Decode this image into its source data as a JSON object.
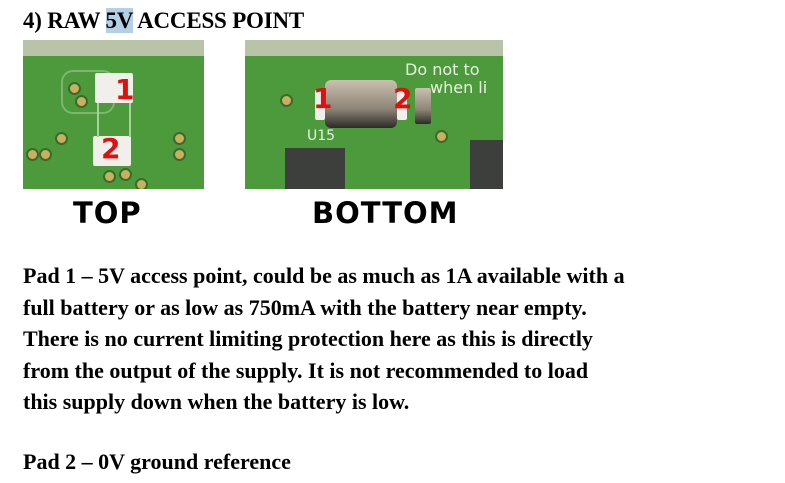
{
  "heading": {
    "prefix": "4) RAW ",
    "highlight": "5V",
    "suffix": " ACCESS POINT"
  },
  "figures": [
    {
      "label": "TOP",
      "pad_numbers": [
        "1",
        "2"
      ]
    },
    {
      "label": "BOTTOM",
      "pad_numbers": [
        "1",
        "2"
      ],
      "silkscreen": [
        "Do not to",
        "when li",
        "U15"
      ]
    }
  ],
  "paragraphs": [
    {
      "lines": [
        "Pad 1 – 5V access point, could be as much as 1A available with a",
        "full battery or as low as 750mA with the battery near empty.",
        "There is no current limiting protection here as this is directly",
        "from the output of the supply.  It is not recommended to load",
        "this supply down when the battery is low."
      ]
    },
    {
      "lines": [
        "Pad 2 – 0V ground reference"
      ]
    }
  ],
  "colors": {
    "highlight": "#b4d0e6",
    "pad_number": "#e01010",
    "pcb": "#4c9a3c"
  }
}
